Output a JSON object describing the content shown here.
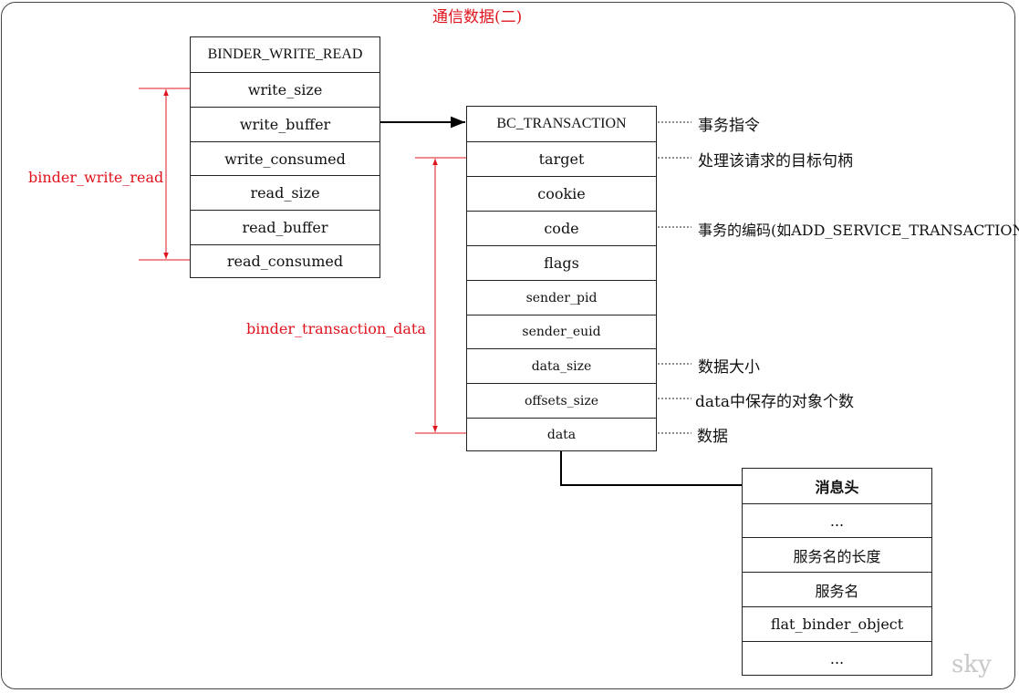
{
  "title": "通信数据(二)",
  "binder_write_read": {
    "header": "BINDER_WRITE_READ",
    "fields": [
      "write_size",
      "write_buffer",
      "write_consumed",
      "read_size",
      "read_buffer",
      "read_consumed"
    ],
    "bracket_label": "binder_write_read"
  },
  "bc_transaction": {
    "header": "BC_TRANSACTION",
    "fields": [
      "target",
      "cookie",
      "code",
      "flags",
      "sender_pid",
      "sender_euid",
      "data_size",
      "offsets_size",
      "data"
    ],
    "bracket_label": "binder_transaction_data"
  },
  "annotations": {
    "header": "事务指令",
    "target": "处理该请求的目标句柄",
    "code": "事务的编码(如ADD_SERVICE_TRANSACTION)",
    "data_size": "数据大小",
    "offsets_size": "data中保存的对象个数",
    "data": "数据"
  },
  "message": {
    "header": "消息头",
    "rows": [
      "...",
      "服务名的长度",
      "服务名",
      "flat_binder_object",
      "..."
    ]
  },
  "watermark": "sky",
  "colors": {
    "accent_red": "#e0141e",
    "line": "#222222"
  }
}
